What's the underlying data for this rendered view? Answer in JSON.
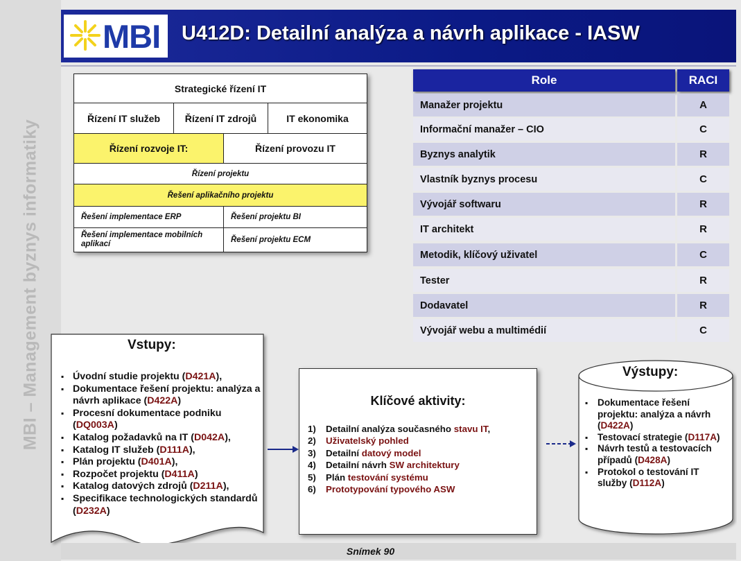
{
  "sidebar": {
    "text": "MBI – Management byznys informatiky"
  },
  "header": {
    "logo_text": "MBI",
    "title": "U412D: Detailní analýza a návrh aplikace - IASW"
  },
  "framework": {
    "strategic": "Strategické řízení IT",
    "row2": [
      "Řízení IT služeb",
      "Řízení IT zdrojů",
      "IT ekonomika"
    ],
    "row3": [
      "Řízení rozvoje IT:",
      "Řízení provozu IT"
    ],
    "project_management": "Řízení projektu",
    "app_project": "Řešení aplikačního projektu",
    "row6": [
      "Řešení implementace ERP",
      "Řešení projektu BI"
    ],
    "row7": [
      "Řešení implementace mobilních aplikací",
      "Řešení projektu ECM"
    ]
  },
  "raci": {
    "header_role": "Role",
    "header_raci": "RACI",
    "rows": [
      {
        "role": "Manažer projektu",
        "value": "A"
      },
      {
        "role": "Informační manažer – CIO",
        "value": "C"
      },
      {
        "role": "Byznys analytik",
        "value": "R"
      },
      {
        "role": "Vlastník byznys procesu",
        "value": "C"
      },
      {
        "role": "Vývojář softwaru",
        "value": "R"
      },
      {
        "role": "IT architekt",
        "value": "R"
      },
      {
        "role": "Metodik, klíčový uživatel",
        "value": "C"
      },
      {
        "role": "Tester",
        "value": "R"
      },
      {
        "role": "Dodavatel",
        "value": "R"
      },
      {
        "role": "Vývojář webu a multimédií",
        "value": "C"
      }
    ]
  },
  "inputs": {
    "title": "Vstupy:",
    "items": [
      {
        "text": "Úvodní studie projektu (",
        "code": "D421A",
        "tail": "),"
      },
      {
        "text": "Dokumentace řešení projektu: analýza a návrh aplikace (",
        "code": "D422A",
        "tail": ")"
      },
      {
        "text": "Procesní dokumentace podniku (",
        "code": "DQ003A",
        "tail": ")"
      },
      {
        "text": "Katalog požadavků na IT (",
        "code": "D042A",
        "tail": "),"
      },
      {
        "text": "Katalog IT služeb (",
        "code": "D111A",
        "tail": "),"
      },
      {
        "text": "Plán projektu (",
        "code": "D401A",
        "tail": "),"
      },
      {
        "text": "Rozpočet projektu (",
        "code": "D411A",
        "tail": ")"
      },
      {
        "text": "Katalog datových zdrojů (",
        "code": "D211A",
        "tail": "),"
      },
      {
        "text": "Specifikace technologických standardů (",
        "code": "D232A",
        "tail": ")"
      }
    ]
  },
  "activities": {
    "title": "Klíčové aktivity:",
    "items": [
      {
        "num": "1)",
        "parts": [
          [
            "Detailní analýza současného ",
            "dark"
          ],
          [
            "stavu IT",
            "red"
          ],
          [
            ",",
            "dark"
          ]
        ]
      },
      {
        "num": "2)",
        "parts": [
          [
            "Uživatelský pohled",
            "red"
          ]
        ]
      },
      {
        "num": "3)",
        "parts": [
          [
            "Detailní ",
            "dark"
          ],
          [
            "datový model",
            "red"
          ]
        ]
      },
      {
        "num": "4)",
        "parts": [
          [
            "Detailní návrh ",
            "dark"
          ],
          [
            "SW architektury",
            "red"
          ]
        ]
      },
      {
        "num": "5)",
        "parts": [
          [
            "Plán ",
            "dark"
          ],
          [
            "testování systému",
            "red"
          ]
        ]
      },
      {
        "num": "6)",
        "parts": [
          [
            "Prototypování typového ASW",
            "red"
          ]
        ]
      }
    ]
  },
  "outputs": {
    "title": "Výstupy:",
    "items": [
      {
        "text": "Dokumentace řešení projektu: analýza a návrh (",
        "code": "D422A",
        "tail": ")"
      },
      {
        "text": "Testovací strategie (",
        "code": "D117A",
        "tail": ")"
      },
      {
        "text": "Návrh testů a testovacích případů (",
        "code": "D428A",
        "tail": ")"
      },
      {
        "text": "Protokol o testování IT služby (",
        "code": "D112A",
        "tail": ")"
      }
    ]
  },
  "footer": {
    "text": "Snímek  90"
  }
}
